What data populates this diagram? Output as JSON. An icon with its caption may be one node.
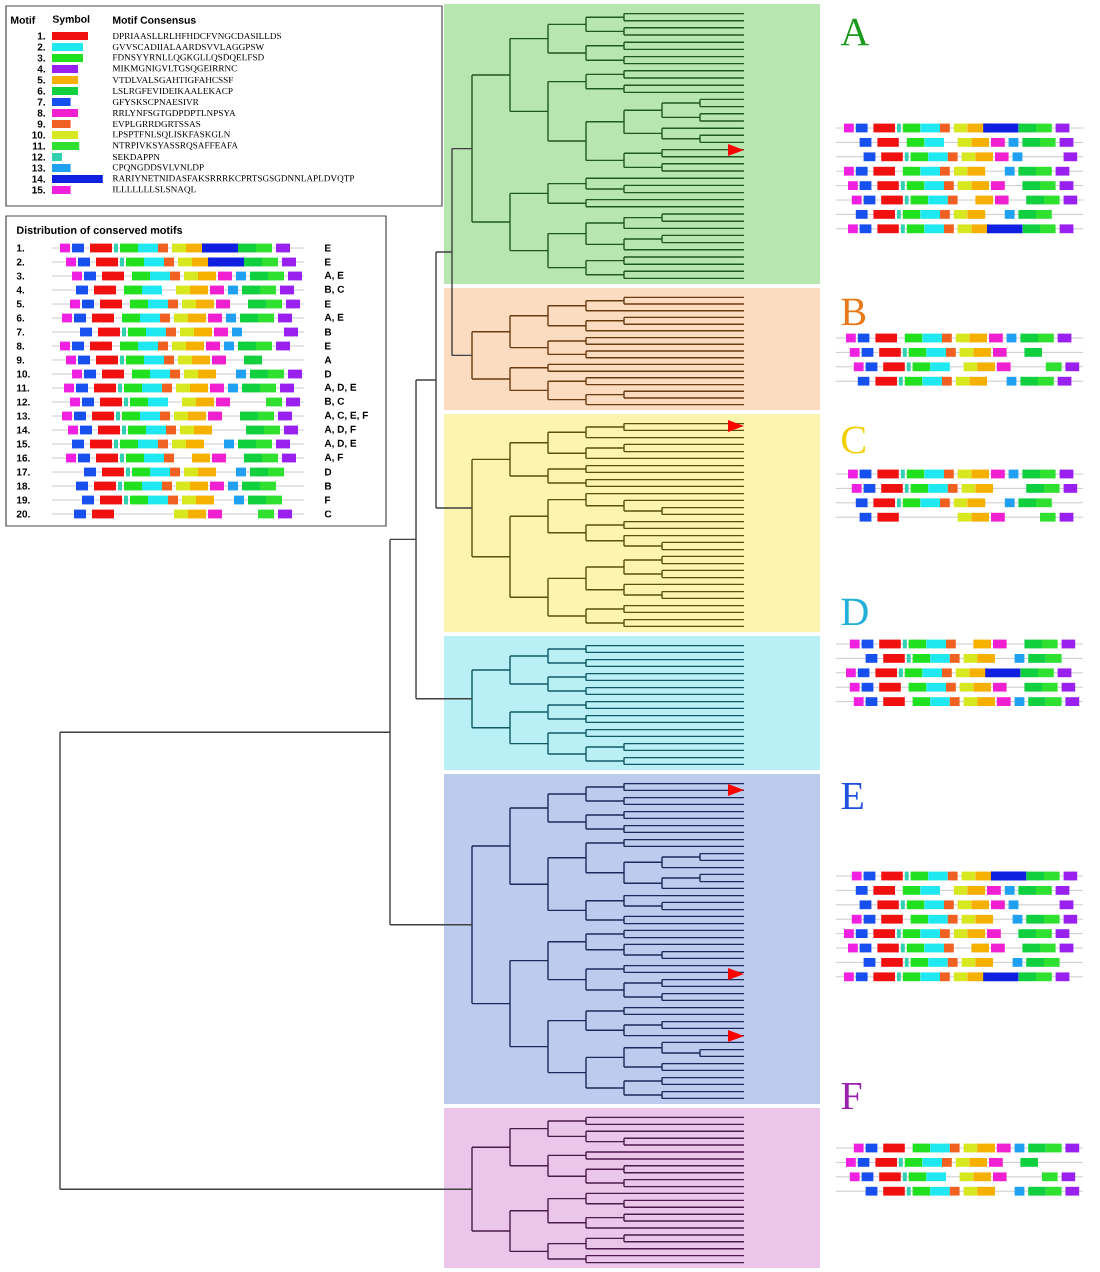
{
  "diagram": {
    "labels": [
      "Motif",
      "Symbol",
      "Motif Consensus",
      "1.",
      "2.",
      "3.",
      "4.",
      "5.",
      "6.",
      "7.",
      "8.",
      "9.",
      "10.",
      "11.",
      "12.",
      "13.",
      "14.",
      "15.",
      "Distribution of conserved motifs",
      "1.",
      "E",
      "2.",
      "E",
      "3.",
      "A, E",
      "4.",
      "B, C",
      "5.",
      "E",
      "6.",
      "A, E",
      "7.",
      "B",
      "8.",
      "E",
      "9.",
      "A",
      "10.",
      "D",
      "11.",
      "A, D, E",
      "12.",
      "B, C",
      "13.",
      "A, C, E, F",
      "14.",
      "A, D, F",
      "15.",
      "A, D, E",
      "16.",
      "A, F",
      "17.",
      "D",
      "18.",
      "B",
      "19.",
      "F",
      "20.",
      "C",
      "A",
      "B",
      "C",
      "D",
      "E",
      "F"
    ],
    "legend": [
      {
        "text": "DPRIAASLLRLHFHDCFVNGCDASILLDS",
        "color": "#f01010"
      },
      {
        "text": "GVVSCADIIALAARDSVVLAGGPSW",
        "color": "#20e8f0"
      },
      {
        "text": "FDNSYYRNLLQGKGLLQSDQELFSD",
        "color": "#20e020"
      },
      {
        "text": "MIKMGNIGVLTGSQGEIRRNC",
        "color": "#9a20f0"
      },
      {
        "text": "VTDLVALSGAHTIGFAHCSSF",
        "color": "#f5b000"
      },
      {
        "text": "LSLRGFEVIDEIKAALEKACP",
        "color": "#10d040"
      },
      {
        "text": "GFYSKSCPNAESIVR",
        "color": "#1850f0"
      },
      {
        "text": "RRLYNFSGTGDPDPTLNPSYA",
        "color": "#f020d0"
      },
      {
        "text": "EVPLGRRDGRTSSAS",
        "color": "#f06020"
      },
      {
        "text": "LPSPTFNLSQLISKFASKGLN",
        "color": "#d8e820"
      },
      {
        "text": "NTRPIVKSYASSRQSAFFEAFA",
        "color": "#30e030"
      },
      {
        "text": "SEKDAPPN",
        "color": "#30d0b0"
      },
      {
        "text": "CPQNGDDSVLVNLDP",
        "color": "#20a0f0"
      },
      {
        "text": "RARIYNETNIDASFAKSRRRKCPRTSGSGDNNLAPLDVQTP",
        "color": "#1020e0"
      },
      {
        "text": "ILLLLLLLSLSNAQL",
        "color": "#f020e0"
      }
    ]
  }
}
